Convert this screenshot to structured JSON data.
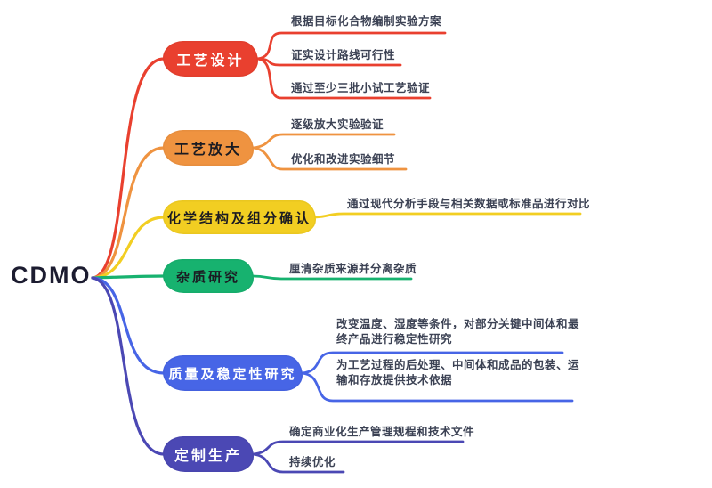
{
  "root": {
    "label": "CDMO",
    "color": "#1C1C30"
  },
  "branches": [
    {
      "label": "工艺设计",
      "color": "#E9402F",
      "text_color": "#FFFFFF",
      "children": [
        {
          "text": "根据目标化合物编制实验方案"
        },
        {
          "text": "证实设计路线可行性"
        },
        {
          "text": "通过至少三批小试工艺验证"
        }
      ]
    },
    {
      "label": "工艺放大",
      "color": "#EF9340",
      "text_color": "#1B1B22",
      "children": [
        {
          "text": "逐级放大实验验证"
        },
        {
          "text": "优化和改进实验细节"
        }
      ]
    },
    {
      "label": "化学结构及组分确认",
      "color": "#F2CE22",
      "text_color": "#1B1B22",
      "children": [
        {
          "text": "通过现代分析手段与相关数据或标准品进行对比"
        }
      ]
    },
    {
      "label": "杂质研究",
      "color": "#17B26F",
      "text_color": "#1B1B22",
      "children": [
        {
          "text": "厘清杂质来源并分离杂质"
        }
      ]
    },
    {
      "label": "质量及稳定性研究",
      "color": "#4765E6",
      "text_color": "#FFFFFF",
      "children": [
        {
          "text": "改变温度、湿度等条件，对部分关键中间体和最终产品进行稳定性研究"
        },
        {
          "text": "为工艺过程的后处理、中间体和成品的包装、运输和存放提供技术依据"
        }
      ]
    },
    {
      "label": "定制生产",
      "color": "#4B48B4",
      "text_color": "#FFFFFF",
      "children": [
        {
          "text": "确定商业化生产管理规程和技术文件"
        },
        {
          "text": "持续优化"
        }
      ]
    }
  ]
}
